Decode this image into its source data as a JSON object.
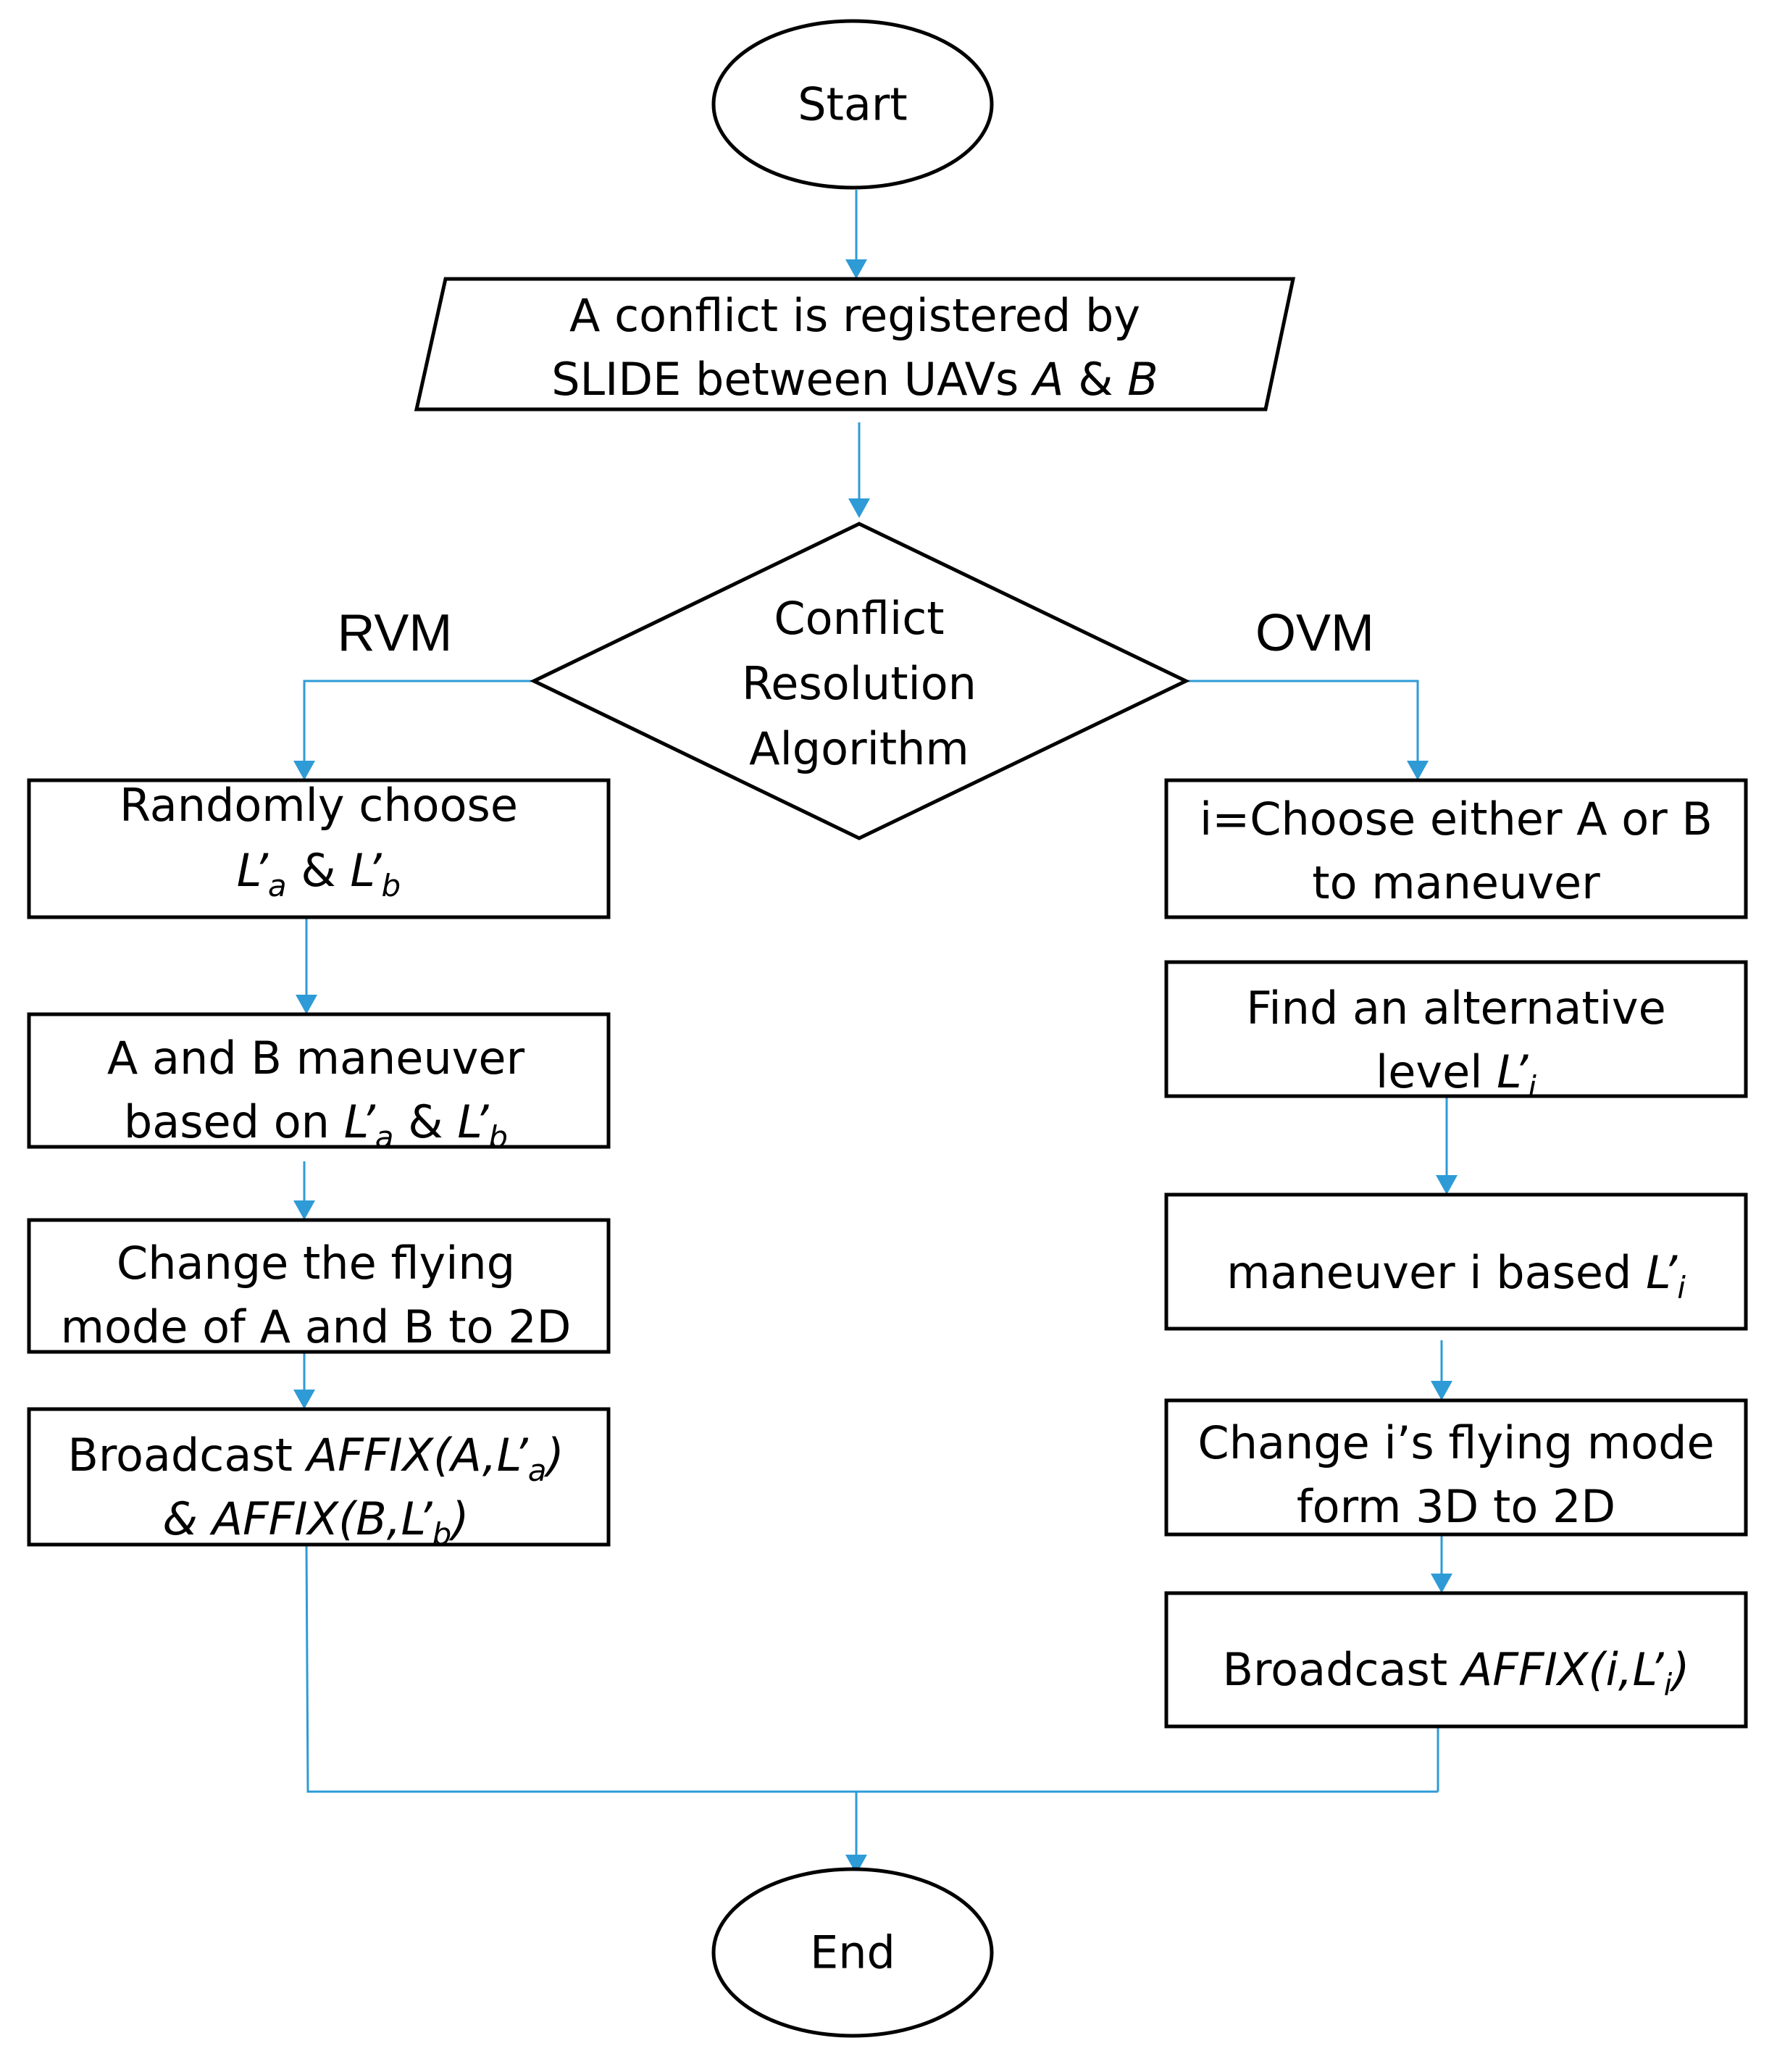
{
  "diagram": {
    "start": "Start",
    "end": "End",
    "conflict": {
      "line1": "A conflict is registered by",
      "line2_prefix": "SLIDE between  UAVs ",
      "a": "A",
      "amp": " & ",
      "b": "B"
    },
    "decision": {
      "line1": "Conflict",
      "line2": "Resolution",
      "line3": "Algorithm"
    },
    "branch_left": "RVM",
    "branch_right": "OVM",
    "rvm": {
      "step1": {
        "line1": "Randomly choose",
        "la": "L’",
        "la_sub": "a",
        "amp": " & ",
        "lb": "L’",
        "lb_sub": "b"
      },
      "step2": {
        "line1": "A and B maneuver",
        "prefix": "based on ",
        "la": "L’",
        "la_sub": "a",
        "amp": " & ",
        "lb": "L’",
        "lb_sub": "b"
      },
      "step3": {
        "line1": "Change the flying",
        "line2": "mode of A and B to 2D"
      },
      "step4": {
        "prefix": "Broadcast ",
        "affix1": "AFFIX(A,L’",
        "affix1_sub": "a",
        "close1": ")",
        "line2_prefix": "& AFFIX(B,L’",
        "affix2_sub": "b",
        "close2": ")"
      }
    },
    "ovm": {
      "step1": {
        "line1": "i=Choose either A or B",
        "line2": "to maneuver"
      },
      "step2": {
        "line1": "Find an alternative",
        "prefix": "level ",
        "li": "L’",
        "li_sub": "i"
      },
      "step3": {
        "prefix": "maneuver i based ",
        "li": "L’",
        "li_sub": "i"
      },
      "step4": {
        "line1": "Change i’s flying mode",
        "line2": "form 3D to 2D"
      },
      "step5": {
        "prefix": "Broadcast ",
        "affix": "AFFIX(i,L’",
        "affix_sub": "i",
        "close": ")"
      }
    }
  }
}
